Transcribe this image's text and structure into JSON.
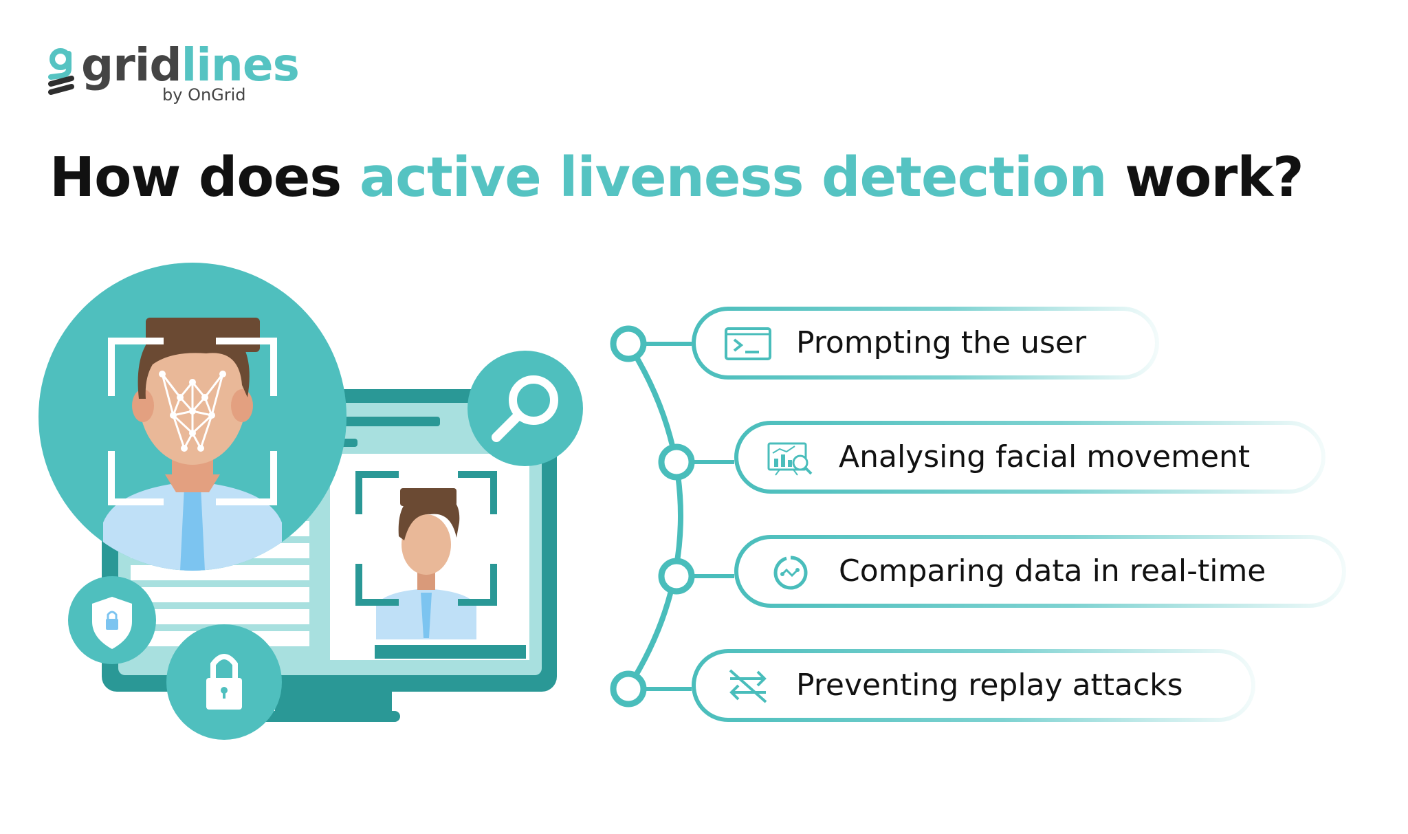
{
  "logo": {
    "brand_part1": "grid",
    "brand_part2": "lines",
    "tagline": "by OnGrid"
  },
  "headline": {
    "part1": "How does ",
    "accent": "active liveness detection",
    "part2": " work?"
  },
  "colors": {
    "teal": "#55c3c2",
    "teal_dark": "#3aa5a3",
    "teal_light": "#a8e0df",
    "text": "#111111"
  },
  "steps": [
    {
      "label": "Prompting the user",
      "icon": "terminal-prompt-icon"
    },
    {
      "label": "Analysing facial movement",
      "icon": "analytics-magnifier-icon"
    },
    {
      "label": "Comparing data in real-time",
      "icon": "realtime-sync-icon"
    },
    {
      "label": "Preventing replay attacks",
      "icon": "no-replay-arrows-icon"
    }
  ]
}
